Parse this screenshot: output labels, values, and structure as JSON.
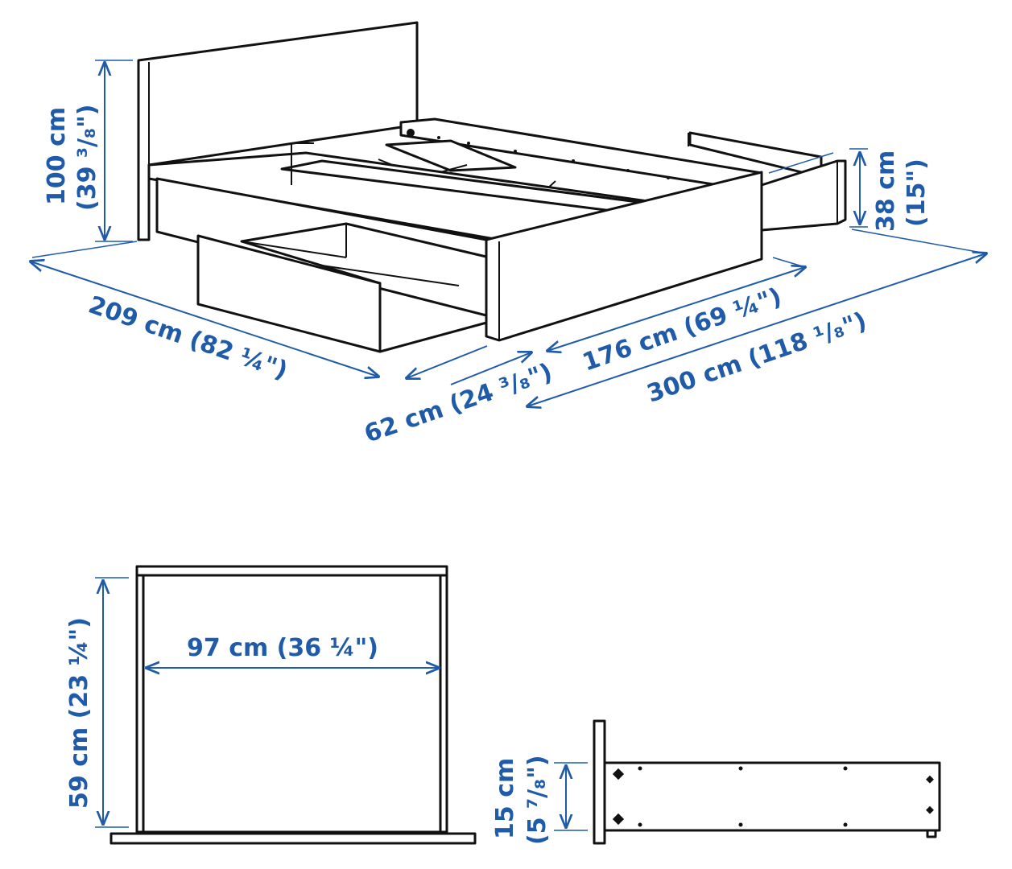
{
  "accent_color": "#1f5ba8",
  "line_color": "#111111",
  "dimensions": {
    "height_total": {
      "cm": "100 cm",
      "inch": "(39 ³/₈\")"
    },
    "length_bed": "209 cm (82 ¼\")",
    "drawer_depth": "62 cm (24 ³/₈\")",
    "width_bed": "176 cm (69 ¼\")",
    "width_total": "300 cm (118 ¹/₈\")",
    "drawer_height_open": {
      "cm": "38 cm",
      "inch": "(15\")"
    },
    "inner_width": "97 cm (36 ¼\")",
    "inner_depth": "59 cm (23 ¼\")",
    "drawer_height": {
      "cm": "15 cm",
      "inch": "(5 ⁷/₈\")"
    }
  }
}
